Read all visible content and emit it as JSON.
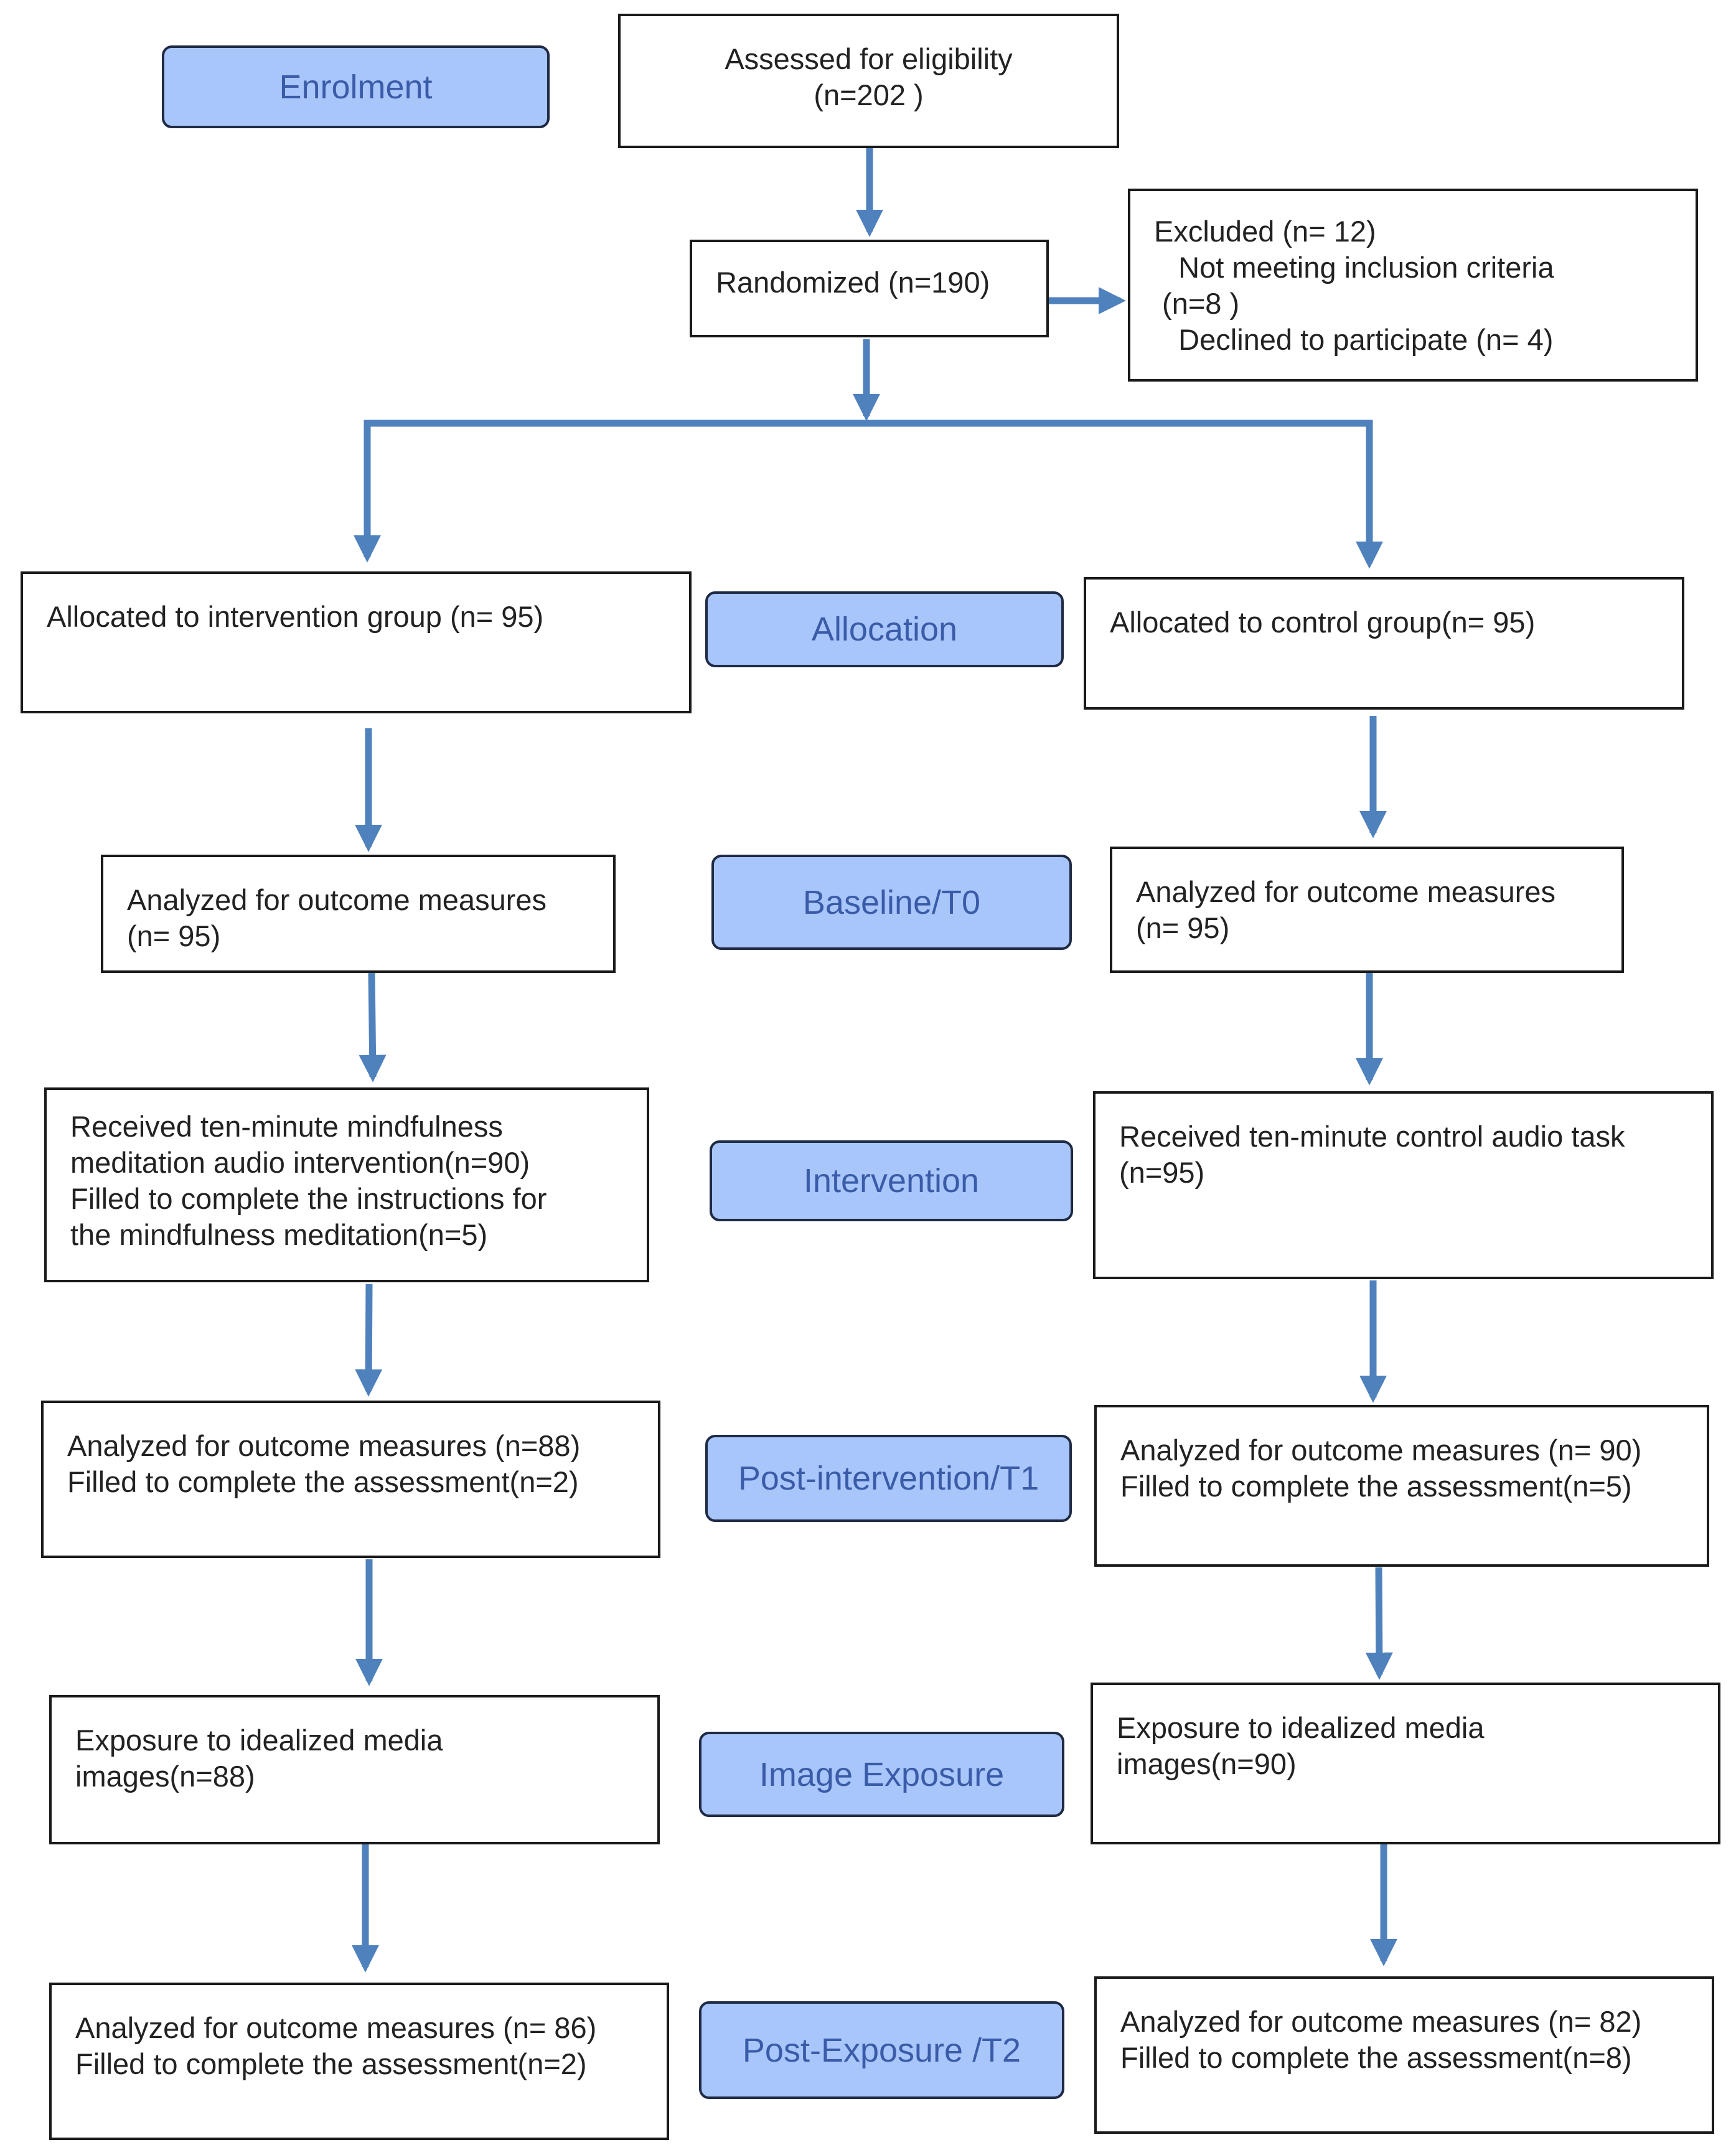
{
  "colors": {
    "arrow": "#4f81bd",
    "phase_fill": "#a9c6fb",
    "phase_text": "#3a5ca8",
    "box_border": "#1a1a1a"
  },
  "enrolment": {
    "phase_label": "Enrolment",
    "assessed": [
      "Assessed for eligibility",
      "(n=202 )"
    ],
    "randomized": [
      "Randomized (n=190)"
    ],
    "excluded": [
      "Excluded (n= 12)",
      "   Not meeting inclusion criteria",
      " (n=8 )",
      "   Declined to participate (n= 4)"
    ]
  },
  "phases": {
    "allocation": "Allocation",
    "baseline": "Baseline/T0",
    "intervention": "Intervention",
    "post_intervention": "Post-intervention/T1",
    "image_exposure": "Image Exposure",
    "post_exposure": "Post-Exposure /T2"
  },
  "intervention_arm": {
    "allocated": [
      "Allocated to intervention group (n= 95)"
    ],
    "baseline": [
      "Analyzed for outcome measures",
      "(n= 95)"
    ],
    "intervention": [
      "Received ten-minute mindfulness",
      "meditation audio intervention(n=90)",
      "Filled to complete the instructions for",
      "the mindfulness meditation(n=5)"
    ],
    "post_intervention": [
      "Analyzed for outcome measures (n=88)",
      "Filled to complete the assessment(n=2)"
    ],
    "image_exposure": [
      "Exposure to idealized media",
      "images(n=88)"
    ],
    "post_exposure": [
      "Analyzed for outcome measures (n= 86)",
      "Filled to complete the assessment(n=2)"
    ]
  },
  "control_arm": {
    "allocated": [
      "Allocated to control group(n= 95)"
    ],
    "baseline": [
      "Analyzed for outcome measures",
      "(n= 95)"
    ],
    "intervention": [
      "Received ten-minute control audio task",
      "(n=95)"
    ],
    "post_intervention": [
      "Analyzed for outcome measures (n= 90)",
      "Filled to complete the assessment(n=5)"
    ],
    "image_exposure": [
      "Exposure to idealized media",
      "images(n=90)"
    ],
    "post_exposure": [
      "Analyzed for outcome measures (n= 82)",
      "Filled to complete the assessment(n=8)"
    ]
  }
}
